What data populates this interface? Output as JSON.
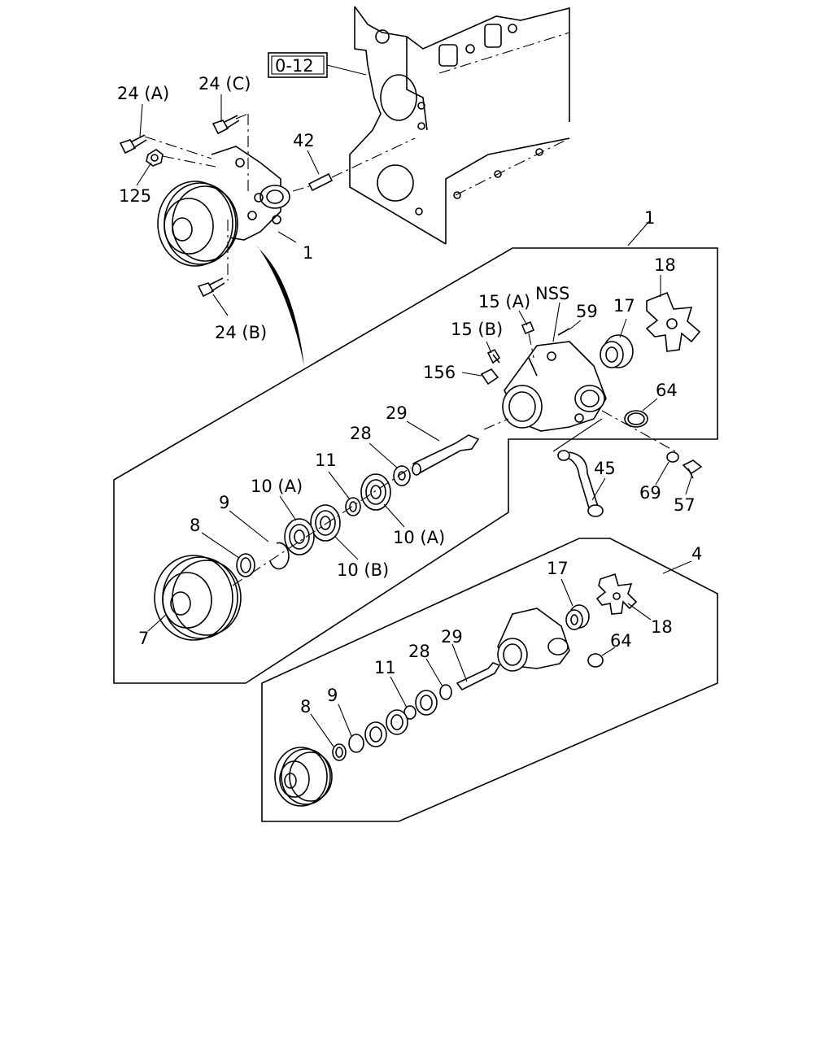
{
  "reference_box": "0-12",
  "labels": {
    "l_24a": "24 (A)",
    "l_24c": "24 (C)",
    "l_42": "42",
    "l_125": "125",
    "l_1_top": "1",
    "l_24b": "24 (B)",
    "l_1_box": "1",
    "l_18_top": "18",
    "l_15a": "15 (A)",
    "l_nss": "NSS",
    "l_59": "59",
    "l_17_top": "17",
    "l_15b": "15 (B)",
    "l_156": "156",
    "l_64_top": "64",
    "l_29_top": "29",
    "l_28_top": "28",
    "l_11_top": "11",
    "l_10a_left": "10 (A)",
    "l_9_top": "9",
    "l_8_top": "8",
    "l_10a_right": "10 (A)",
    "l_10b": "10 (B)",
    "l_7": "7",
    "l_45": "45",
    "l_69": "69",
    "l_57": "57",
    "l_4": "4",
    "l_17_bot": "17",
    "l_18_bot": "18",
    "l_64_bot": "64",
    "l_29_bot": "29",
    "l_28_bot": "28",
    "l_11_bot": "11",
    "l_9_bot": "9",
    "l_8_bot": "8"
  }
}
